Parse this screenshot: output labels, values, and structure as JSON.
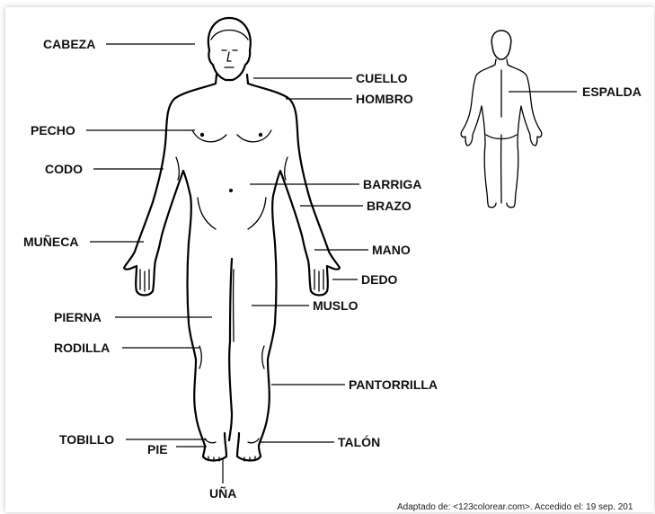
{
  "labels": {
    "cabeza": "CABEZA",
    "cuello": "CUELLO",
    "hombro": "HOMBRO",
    "pecho": "PECHO",
    "codo": "CODO",
    "barriga": "BARRIGA",
    "brazo": "BRAZO",
    "muneca": "MUÑECA",
    "mano": "MANO",
    "dedo": "DEDO",
    "muslo": "MUSLO",
    "pierna": "PIERNA",
    "rodilla": "RODILLA",
    "pantorrilla": "PANTORRILLA",
    "tobillo": "TOBILLO",
    "talon": "TALÓN",
    "pie": "PIE",
    "una": "UÑA",
    "espalda": "ESPALDA"
  },
  "credit": "Adaptado de: <123colorear.com>. Accedido el: 19 sep. 201"
}
